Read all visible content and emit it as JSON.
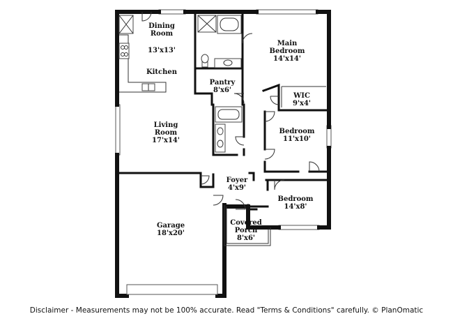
{
  "rooms": {
    "dining": {
      "name": "Dining\nRoom",
      "size": "13'x13'"
    },
    "kitchen": {
      "name": "Kitchen"
    },
    "living": {
      "name": "Living\nRoom",
      "size": "17'x14'"
    },
    "pantry": {
      "name": "Pantry",
      "size": "8'x6'"
    },
    "main_bedroom": {
      "name": "Main\nBedroom",
      "size": "14'x14'"
    },
    "wic": {
      "name": "WIC",
      "size": "9'x4'"
    },
    "bedroom2": {
      "name": "Bedroom",
      "size": "11'x10'"
    },
    "foyer": {
      "name": "Foyer",
      "size": "4'x9'"
    },
    "bedroom3": {
      "name": "Bedroom",
      "size": "14'x8'"
    },
    "garage": {
      "name": "Garage",
      "size": "18'x20'"
    },
    "porch": {
      "name": "Covered\nPorch",
      "size": "8'x6'"
    }
  },
  "disclaimer": "Disclaimer - Measurements may not be 100% accurate. Read \"Terms & Conditions\" carefully. © PlanOmatic"
}
